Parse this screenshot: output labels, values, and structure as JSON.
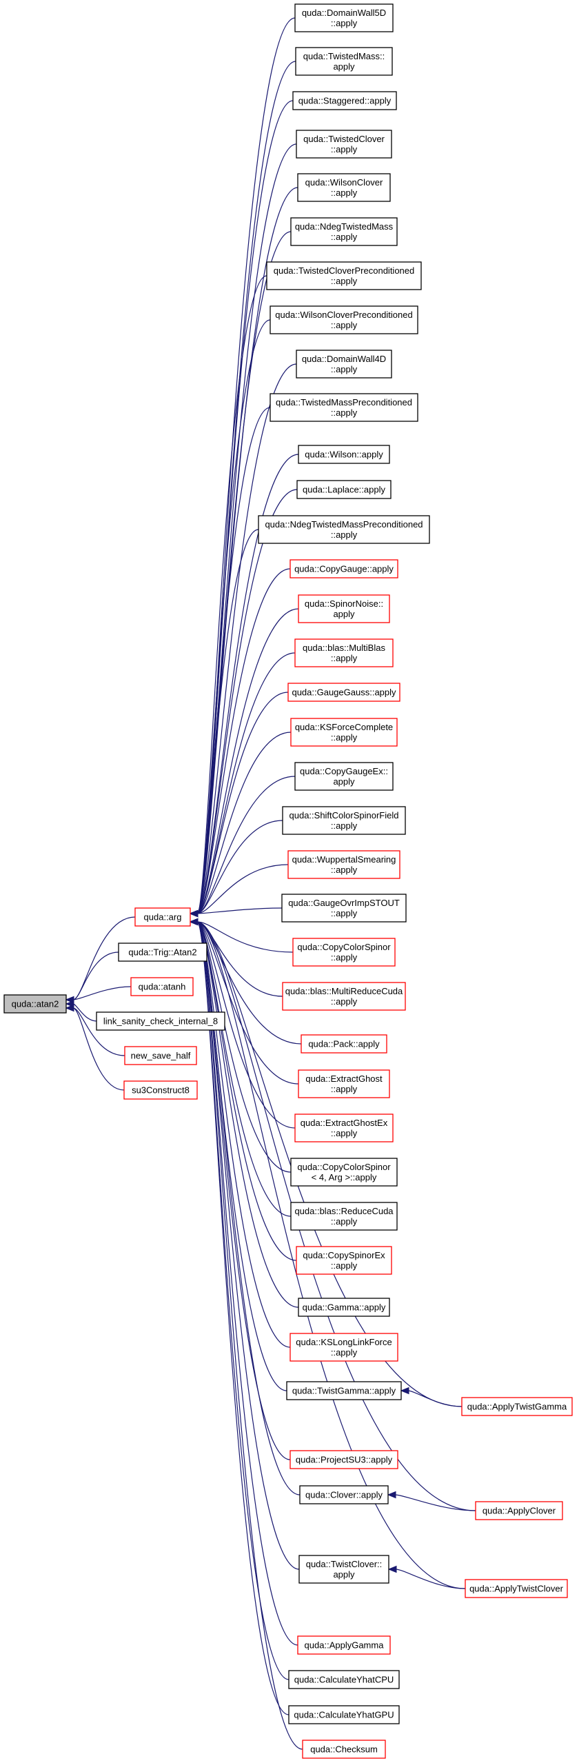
{
  "colors": {
    "edge": "#191970",
    "node_border_black": "#000000",
    "node_border_red": "#ff0000",
    "root_fill": "#bfbfbf",
    "node_fill": "#ffffff"
  },
  "nodes": [
    {
      "id": "atan2",
      "lines": [
        "quda::atan2"
      ],
      "root": true
    },
    {
      "id": "arg",
      "lines": [
        "quda::arg"
      ],
      "red": true
    },
    {
      "id": "trig_atan2",
      "lines": [
        "quda::Trig::Atan2"
      ]
    },
    {
      "id": "atanh",
      "lines": [
        "quda::atanh"
      ],
      "red": true
    },
    {
      "id": "link_sanity",
      "lines": [
        "link_sanity_check_internal_8"
      ]
    },
    {
      "id": "new_save_half",
      "lines": [
        "new_save_half"
      ],
      "red": true
    },
    {
      "id": "su3construct8",
      "lines": [
        "su3Construct8"
      ],
      "red": true
    },
    {
      "id": "dw5d",
      "lines": [
        "quda::DomainWall5D",
        "::apply"
      ]
    },
    {
      "id": "twisted_mass",
      "lines": [
        "quda::TwistedMass::",
        "apply"
      ]
    },
    {
      "id": "staggered",
      "lines": [
        "quda::Staggered::apply"
      ]
    },
    {
      "id": "twisted_clover",
      "lines": [
        "quda::TwistedClover",
        "::apply"
      ]
    },
    {
      "id": "wilson_clover",
      "lines": [
        "quda::WilsonClover",
        "::apply"
      ]
    },
    {
      "id": "ndeg_tm",
      "lines": [
        "quda::NdegTwistedMass",
        "::apply"
      ]
    },
    {
      "id": "tc_precond",
      "lines": [
        "quda::TwistedCloverPreconditioned",
        "::apply"
      ]
    },
    {
      "id": "wc_precond",
      "lines": [
        "quda::WilsonCloverPreconditioned",
        "::apply"
      ]
    },
    {
      "id": "dw4d",
      "lines": [
        "quda::DomainWall4D",
        "::apply"
      ]
    },
    {
      "id": "tm_precond",
      "lines": [
        "quda::TwistedMassPreconditioned",
        "::apply"
      ]
    },
    {
      "id": "wilson",
      "lines": [
        "quda::Wilson::apply"
      ]
    },
    {
      "id": "laplace",
      "lines": [
        "quda::Laplace::apply"
      ]
    },
    {
      "id": "ndeg_tm_precond",
      "lines": [
        "quda::NdegTwistedMassPreconditioned",
        "::apply"
      ]
    },
    {
      "id": "copy_gauge",
      "lines": [
        "quda::CopyGauge::apply"
      ],
      "red": true
    },
    {
      "id": "spinor_noise",
      "lines": [
        "quda::SpinorNoise::",
        "apply"
      ],
      "red": true
    },
    {
      "id": "multi_blas",
      "lines": [
        "quda::blas::MultiBlas",
        "::apply"
      ],
      "red": true
    },
    {
      "id": "gauge_gauss",
      "lines": [
        "quda::GaugeGauss::apply"
      ],
      "red": true
    },
    {
      "id": "ks_force_complete",
      "lines": [
        "quda::KSForceComplete",
        "::apply"
      ],
      "red": true
    },
    {
      "id": "copy_gauge_ex",
      "lines": [
        "quda::CopyGaugeEx::",
        "apply"
      ]
    },
    {
      "id": "shift_color",
      "lines": [
        "quda::ShiftColorSpinorField",
        "::apply"
      ]
    },
    {
      "id": "wuppertal",
      "lines": [
        "quda::WuppertalSmearing",
        "::apply"
      ],
      "red": true
    },
    {
      "id": "gauge_ovrimp",
      "lines": [
        "quda::GaugeOvrImpSTOUT",
        "::apply"
      ]
    },
    {
      "id": "copy_color_spinor",
      "lines": [
        "quda::CopyColorSpinor",
        "::apply"
      ],
      "red": true
    },
    {
      "id": "multi_reduce",
      "lines": [
        "quda::blas::MultiReduceCuda",
        "::apply"
      ],
      "red": true
    },
    {
      "id": "pack",
      "lines": [
        "quda::Pack::apply"
      ],
      "red": true
    },
    {
      "id": "extract_ghost",
      "lines": [
        "quda::ExtractGhost",
        "::apply"
      ],
      "red": true
    },
    {
      "id": "extract_ghost_ex",
      "lines": [
        "quda::ExtractGhostEx",
        "::apply"
      ],
      "red": true
    },
    {
      "id": "copy_color_spinor_4",
      "lines": [
        "quda::CopyColorSpinor",
        "< 4, Arg >::apply"
      ]
    },
    {
      "id": "reduce_cuda",
      "lines": [
        "quda::blas::ReduceCuda",
        "::apply"
      ]
    },
    {
      "id": "copy_spinor_ex",
      "lines": [
        "quda::CopySpinorEx",
        "::apply"
      ],
      "red": true
    },
    {
      "id": "gamma",
      "lines": [
        "quda::Gamma::apply"
      ]
    },
    {
      "id": "ks_long_link",
      "lines": [
        "quda::KSLongLinkForce",
        "::apply"
      ],
      "red": true
    },
    {
      "id": "twist_gamma",
      "lines": [
        "quda::TwistGamma::apply"
      ]
    },
    {
      "id": "apply_twist_gamma",
      "lines": [
        "quda::ApplyTwistGamma"
      ],
      "red": true
    },
    {
      "id": "project_su3",
      "lines": [
        "quda::ProjectSU3::apply"
      ],
      "red": true
    },
    {
      "id": "clover",
      "lines": [
        "quda::Clover::apply"
      ]
    },
    {
      "id": "apply_clover",
      "lines": [
        "quda::ApplyClover"
      ],
      "red": true
    },
    {
      "id": "twist_clover",
      "lines": [
        "quda::TwistClover::",
        "apply"
      ]
    },
    {
      "id": "apply_twist_clover",
      "lines": [
        "quda::ApplyTwistClover"
      ],
      "red": true
    },
    {
      "id": "apply_gamma",
      "lines": [
        "quda::ApplyGamma"
      ],
      "red": true
    },
    {
      "id": "calc_yhat_cpu",
      "lines": [
        "quda::CalculateYhatCPU"
      ]
    },
    {
      "id": "calc_yhat_gpu",
      "lines": [
        "quda::CalculateYhatGPU"
      ]
    },
    {
      "id": "checksum",
      "lines": [
        "quda::Checksum"
      ],
      "red": true
    }
  ],
  "edges": [
    [
      "arg",
      "atan2"
    ],
    [
      "trig_atan2",
      "atan2"
    ],
    [
      "atanh",
      "atan2"
    ],
    [
      "link_sanity",
      "atan2"
    ],
    [
      "new_save_half",
      "atan2"
    ],
    [
      "su3construct8",
      "atan2"
    ],
    [
      "dw5d",
      "arg"
    ],
    [
      "twisted_mass",
      "arg"
    ],
    [
      "staggered",
      "arg"
    ],
    [
      "twisted_clover",
      "arg"
    ],
    [
      "wilson_clover",
      "arg"
    ],
    [
      "ndeg_tm",
      "arg"
    ],
    [
      "tc_precond",
      "arg"
    ],
    [
      "wc_precond",
      "arg"
    ],
    [
      "dw4d",
      "arg"
    ],
    [
      "tm_precond",
      "arg"
    ],
    [
      "wilson",
      "arg"
    ],
    [
      "laplace",
      "arg"
    ],
    [
      "ndeg_tm_precond",
      "arg"
    ],
    [
      "copy_gauge",
      "arg"
    ],
    [
      "spinor_noise",
      "arg"
    ],
    [
      "multi_blas",
      "arg"
    ],
    [
      "gauge_gauss",
      "arg"
    ],
    [
      "ks_force_complete",
      "arg"
    ],
    [
      "copy_gauge_ex",
      "arg"
    ],
    [
      "shift_color",
      "arg"
    ],
    [
      "wuppertal",
      "arg"
    ],
    [
      "gauge_ovrimp",
      "arg"
    ],
    [
      "copy_color_spinor",
      "arg"
    ],
    [
      "multi_reduce",
      "arg"
    ],
    [
      "pack",
      "arg"
    ],
    [
      "extract_ghost",
      "arg"
    ],
    [
      "extract_ghost_ex",
      "arg"
    ],
    [
      "copy_color_spinor_4",
      "arg"
    ],
    [
      "reduce_cuda",
      "arg"
    ],
    [
      "copy_spinor_ex",
      "arg"
    ],
    [
      "gamma",
      "arg"
    ],
    [
      "ks_long_link",
      "arg"
    ],
    [
      "twist_gamma",
      "arg"
    ],
    [
      "apply_twist_gamma",
      "arg"
    ],
    [
      "project_su3",
      "arg"
    ],
    [
      "clover",
      "arg"
    ],
    [
      "apply_clover",
      "arg"
    ],
    [
      "twist_clover",
      "arg"
    ],
    [
      "apply_twist_clover",
      "arg"
    ],
    [
      "apply_gamma",
      "arg"
    ],
    [
      "calc_yhat_cpu",
      "arg"
    ],
    [
      "calc_yhat_gpu",
      "arg"
    ],
    [
      "checksum",
      "arg"
    ],
    [
      "apply_twist_gamma",
      "twist_gamma"
    ],
    [
      "apply_clover",
      "clover"
    ],
    [
      "apply_twist_clover",
      "twist_clover"
    ]
  ]
}
